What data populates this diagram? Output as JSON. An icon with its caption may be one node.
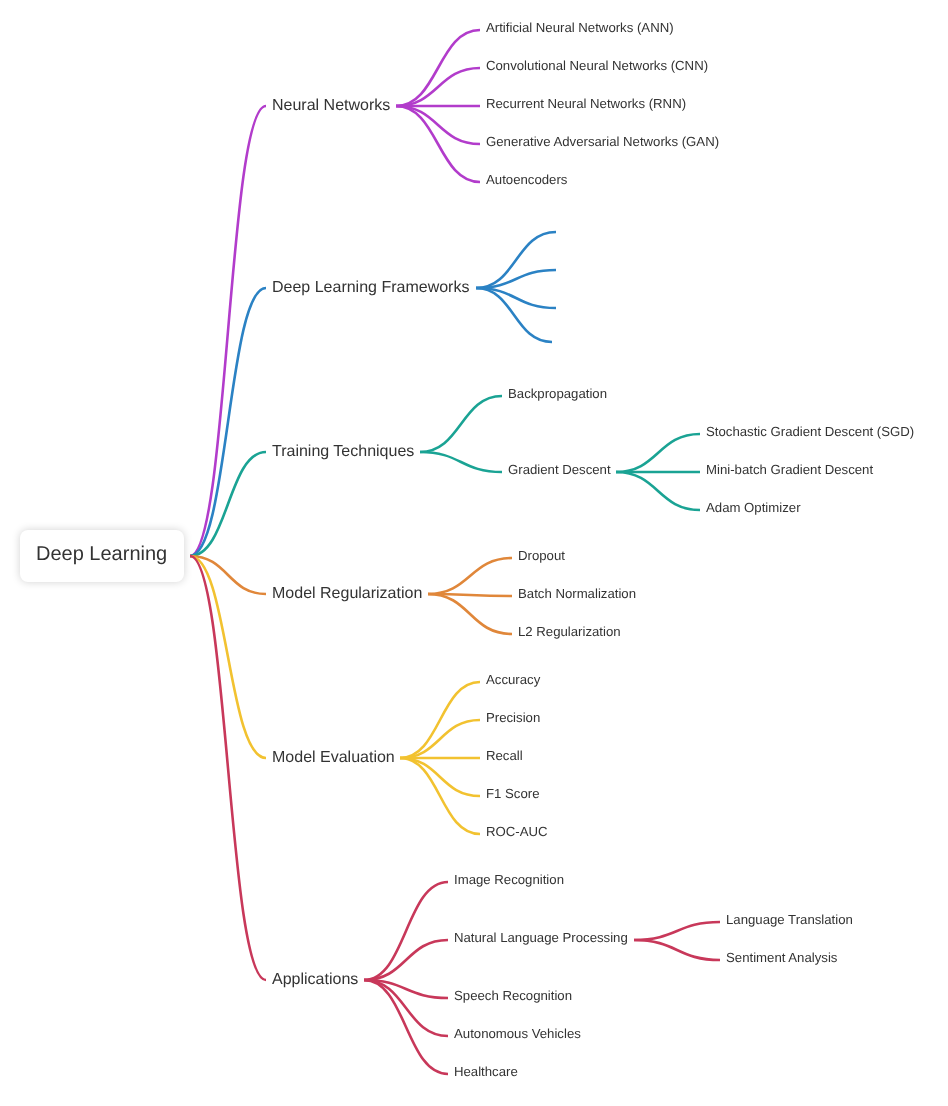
{
  "diagram": {
    "nodes": [
      {
        "text": [
          "Deep Learning"
        ]
      },
      {
        "text": [
          "Neural Networks"
        ]
      },
      {
        "text": [
          "Artificial Neural Networks (ANN)"
        ]
      },
      {
        "text": [
          "Convolutional Neural Networks (CNN)"
        ]
      },
      {
        "text": [
          "Recurrent Neural Networks (RNN)"
        ]
      },
      {
        "text": [
          "Generative Adversarial Networks (GAN)"
        ]
      },
      {
        "text": [
          "Autoencoders"
        ]
      },
      {
        "text": [
          "Deep Learning Frameworks"
        ]
      },
      {
        "text": [
          "Training Techniques"
        ]
      },
      {
        "text": [
          "Backpropagation"
        ]
      },
      {
        "text": [
          "Gradient Descent"
        ]
      },
      {
        "text": [
          "Stochastic Gradient Descent (SGD)"
        ]
      },
      {
        "text": [
          "Mini-batch Gradient Descent"
        ]
      },
      {
        "text": [
          "Adam Optimizer"
        ]
      },
      {
        "text": [
          "Model Regularization"
        ]
      },
      {
        "text": [
          "Dropout"
        ]
      },
      {
        "text": [
          "Batch Normalization"
        ]
      },
      {
        "text": [
          "L2 Regularization"
        ]
      },
      {
        "text": [
          "Model Evaluation"
        ]
      },
      {
        "text": [
          "Accuracy"
        ]
      },
      {
        "text": [
          "Precision"
        ]
      },
      {
        "text": [
          "Recall"
        ]
      },
      {
        "text": [
          "F1 Score"
        ]
      },
      {
        "text": [
          "ROC-AUC"
        ]
      },
      {
        "text": [
          "Applications"
        ]
      },
      {
        "text": [
          "Image Recognition"
        ]
      },
      {
        "text": [
          "Natural Language Processing"
        ]
      },
      {
        "text": [
          "Language Translation"
        ]
      },
      {
        "text": [
          "Sentiment Analysis"
        ]
      },
      {
        "text": [
          "Speech Recognition"
        ]
      },
      {
        "text": [
          "Autonomous Vehicles"
        ]
      },
      {
        "text": [
          "Healthcare"
        ]
      }
    ],
    "edges": [
      {
        "from": 0,
        "to": 1,
        "arrow": "none",
        "color": "#b23ccb"
      },
      {
        "from": 1,
        "to": 2,
        "arrow": "none",
        "color": "#b23ccb"
      },
      {
        "from": 1,
        "to": 3,
        "arrow": "none",
        "color": "#b23ccb"
      },
      {
        "from": 1,
        "to": 4,
        "arrow": "none",
        "color": "#b23ccb"
      },
      {
        "from": 1,
        "to": 5,
        "arrow": "none",
        "color": "#b23ccb"
      },
      {
        "from": 1,
        "to": 6,
        "arrow": "none",
        "color": "#b23ccb"
      },
      {
        "from": 0,
        "to": 7,
        "arrow": "none",
        "color": "#2b82c4"
      },
      {
        "from": 7,
        "to": null,
        "arrow": "none",
        "color": "#2b82c4"
      },
      {
        "from": 7,
        "to": null,
        "arrow": "none",
        "color": "#2b82c4"
      },
      {
        "from": 7,
        "to": null,
        "arrow": "none",
        "color": "#2b82c4"
      },
      {
        "from": 7,
        "to": null,
        "arrow": "none",
        "color": "#2b82c4"
      },
      {
        "from": 0,
        "to": 8,
        "arrow": "none",
        "color": "#1aa394"
      },
      {
        "from": 8,
        "to": 9,
        "arrow": "none",
        "color": "#1aa394"
      },
      {
        "from": 8,
        "to": 10,
        "arrow": "none",
        "color": "#1aa394"
      },
      {
        "from": 10,
        "to": 11,
        "arrow": "none",
        "color": "#1aa394"
      },
      {
        "from": 10,
        "to": 12,
        "arrow": "none",
        "color": "#1aa394"
      },
      {
        "from": 10,
        "to": 13,
        "arrow": "none",
        "color": "#1aa394"
      },
      {
        "from": 0,
        "to": 14,
        "arrow": "none",
        "color": "#e0873a"
      },
      {
        "from": 14,
        "to": 15,
        "arrow": "none",
        "color": "#e0873a"
      },
      {
        "from": 14,
        "to": 16,
        "arrow": "none",
        "color": "#e0873a"
      },
      {
        "from": 14,
        "to": 17,
        "arrow": "none",
        "color": "#e0873a"
      },
      {
        "from": 0,
        "to": 18,
        "arrow": "none",
        "color": "#f2c230"
      },
      {
        "from": 18,
        "to": 19,
        "arrow": "none",
        "color": "#f2c230"
      },
      {
        "from": 18,
        "to": 20,
        "arrow": "none",
        "color": "#f2c230"
      },
      {
        "from": 18,
        "to": 21,
        "arrow": "none",
        "color": "#f2c230"
      },
      {
        "from": 18,
        "to": 22,
        "arrow": "none",
        "color": "#f2c230"
      },
      {
        "from": 18,
        "to": 23,
        "arrow": "none",
        "color": "#f2c230"
      },
      {
        "from": 0,
        "to": 24,
        "arrow": "none",
        "color": "#c8385a"
      },
      {
        "from": 24,
        "to": 25,
        "arrow": "none",
        "color": "#c8385a"
      },
      {
        "from": 24,
        "to": 26,
        "arrow": "none",
        "color": "#c8385a"
      },
      {
        "from": 26,
        "to": 27,
        "arrow": "none",
        "color": "#c8385a"
      },
      {
        "from": 26,
        "to": 28,
        "arrow": "none",
        "color": "#c8385a"
      },
      {
        "from": 24,
        "to": 29,
        "arrow": "none",
        "color": "#c8385a"
      },
      {
        "from": 24,
        "to": 30,
        "arrow": "none",
        "color": "#c8385a"
      },
      {
        "from": 24,
        "to": 31,
        "arrow": "none",
        "color": "#c8385a"
      }
    ]
  }
}
